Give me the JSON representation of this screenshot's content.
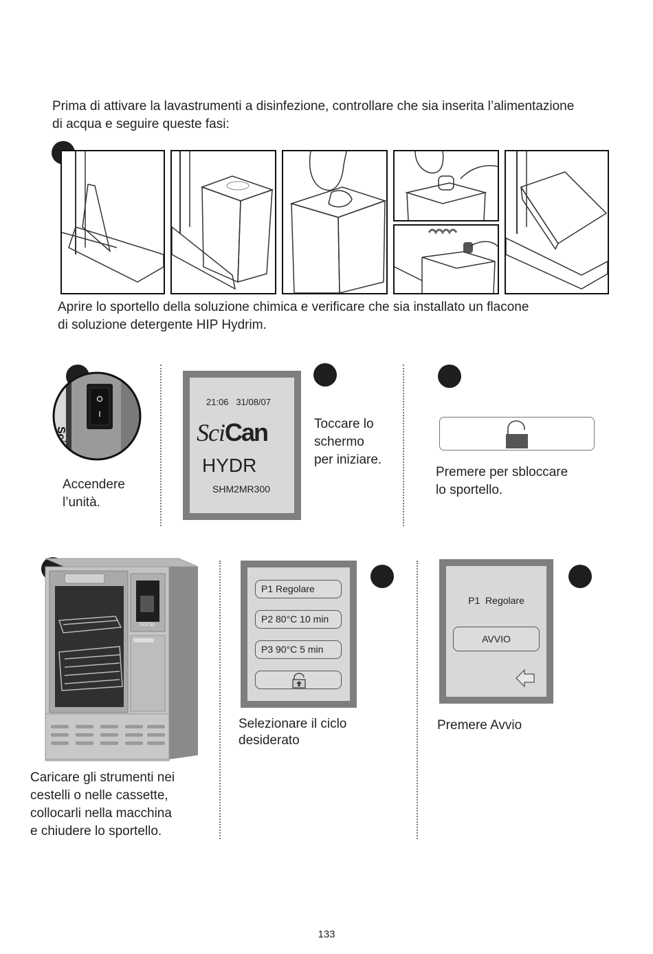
{
  "intro": {
    "line1": "Prima di attivare la lavastrumenti a disinfezione, controllare che sia inserita l’alimentazione",
    "line2": "di acqua e seguire queste fasi:"
  },
  "step1": {
    "caption_line1": "Aprire lo sportello della soluzione chimica e verificare che sia installato un flacone",
    "caption_line2": "di soluzione detergente HIP Hydrim."
  },
  "step2": {
    "caption_line1": "Accendere",
    "caption_line2": "l’unità."
  },
  "splash": {
    "time": "21:06",
    "date": "31/08/07",
    "brand_sci": "Sci",
    "brand_can": "Can",
    "product": "HYDR",
    "model": "SHM2MR300"
  },
  "step3": {
    "caption_line1": "Toccare lo",
    "caption_line2": "schermo",
    "caption_line3": "per iniziare."
  },
  "step4": {
    "caption_line1": "Premere per sbloccare",
    "caption_line2": "lo sportello."
  },
  "step5": {
    "caption_line1": "Caricare gli strumenti nei",
    "caption_line2": "cestelli o nelle cassette,",
    "caption_line3": "collocarli nella macchina",
    "caption_line4": "e chiudere lo sportello."
  },
  "machine_logo": "SciCan",
  "cycles": {
    "items": [
      "P1  Regolare",
      "P2  80°C 10 min",
      "P3  90°C 5 min"
    ],
    "caption_line1": "Selezionare il ciclo",
    "caption_line2": "desiderato"
  },
  "start": {
    "selected": "P1  Regolare",
    "button": "AVVIO",
    "caption": "Premere Avvio"
  },
  "page_number": "133",
  "colors": {
    "screen_frame": "#7e7e7e",
    "screen_bg": "#d8d8d8",
    "step_dot": "#1e1e1e"
  },
  "icons": [
    "padlock-icon",
    "back-arrow-icon",
    "power-switch-icon"
  ]
}
